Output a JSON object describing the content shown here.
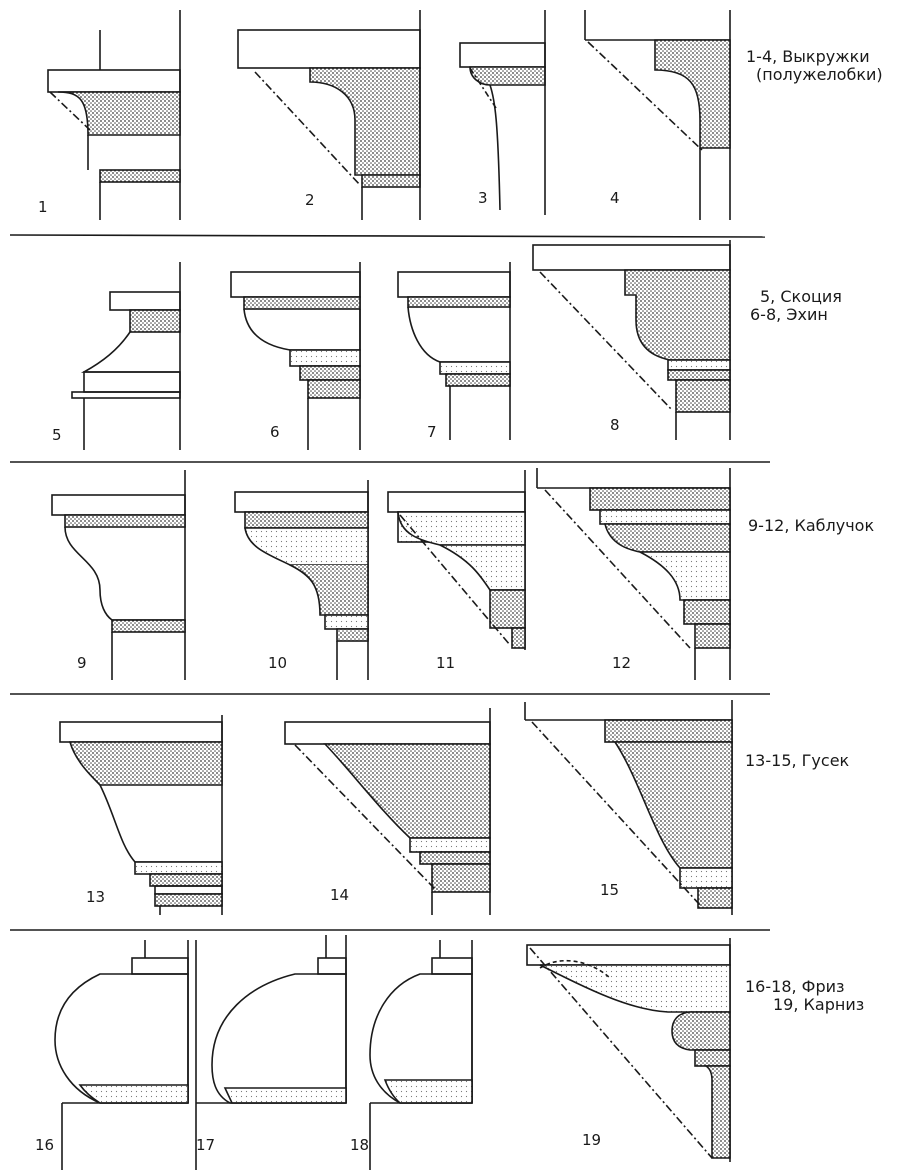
{
  "figures": [
    {
      "id": "1",
      "label": "1"
    },
    {
      "id": "2",
      "label": "2"
    },
    {
      "id": "3",
      "label": "3"
    },
    {
      "id": "4",
      "label": "4"
    },
    {
      "id": "5",
      "label": "5"
    },
    {
      "id": "6",
      "label": "6"
    },
    {
      "id": "7",
      "label": "7"
    },
    {
      "id": "8",
      "label": "8"
    },
    {
      "id": "9",
      "label": "9"
    },
    {
      "id": "10",
      "label": "10"
    },
    {
      "id": "11",
      "label": "11"
    },
    {
      "id": "12",
      "label": "12"
    },
    {
      "id": "13",
      "label": "13"
    },
    {
      "id": "14",
      "label": "14"
    },
    {
      "id": "15",
      "label": "15"
    },
    {
      "id": "16",
      "label": "16"
    },
    {
      "id": "17",
      "label": "17"
    },
    {
      "id": "18",
      "label": "18"
    },
    {
      "id": "19",
      "label": "19"
    }
  ],
  "groups": [
    {
      "lines": [
        "1-4, Выкружки",
        "(полужелобки)"
      ]
    },
    {
      "lines": [
        "5, Скоция",
        "6-8, Эхин"
      ]
    },
    {
      "lines": [
        "9-12, Каблучок"
      ]
    },
    {
      "lines": [
        "13-15, Гусек"
      ]
    },
    {
      "lines": [
        "16-18, Фриз",
        "19, Карниз"
      ]
    }
  ],
  "colors": {
    "ink": "#1a1a1a",
    "stipple_dark": "#6b6b6b",
    "stipple_light": "#bdbdbd",
    "paper": "#ffffff"
  }
}
